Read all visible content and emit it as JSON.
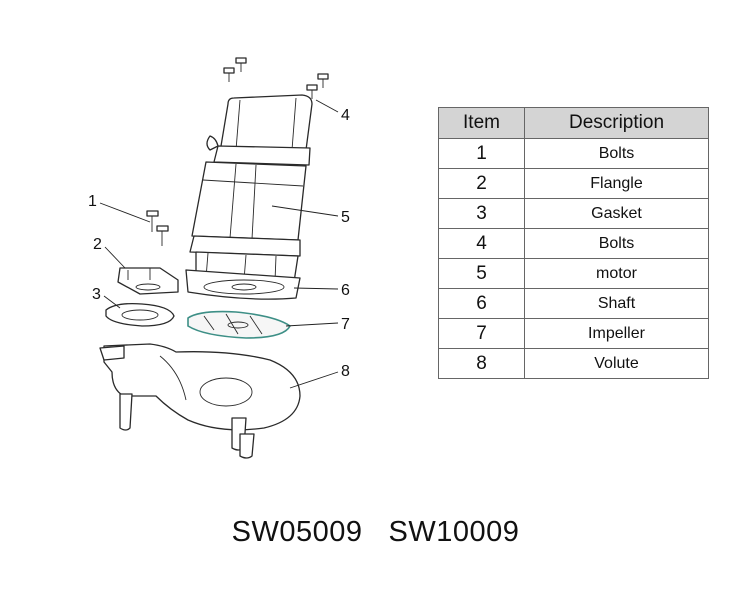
{
  "callouts": [
    "1",
    "2",
    "3",
    "4",
    "5",
    "6",
    "7",
    "8"
  ],
  "table": {
    "headers": {
      "item": "Item",
      "description": "Description"
    },
    "rows": [
      {
        "item": "1",
        "description": "Bolts"
      },
      {
        "item": "2",
        "description": "Flangle"
      },
      {
        "item": "3",
        "description": "Gasket"
      },
      {
        "item": "4",
        "description": "Bolts"
      },
      {
        "item": "5",
        "description": "motor"
      },
      {
        "item": "6",
        "description": "Shaft"
      },
      {
        "item": "7",
        "description": "Impeller"
      },
      {
        "item": "8",
        "description": "Volute"
      }
    ]
  },
  "models": [
    "SW05009",
    "SW10009"
  ],
  "colors": {
    "impeller_outline": "#3d8f86",
    "table_header": "#d4d4d4"
  }
}
